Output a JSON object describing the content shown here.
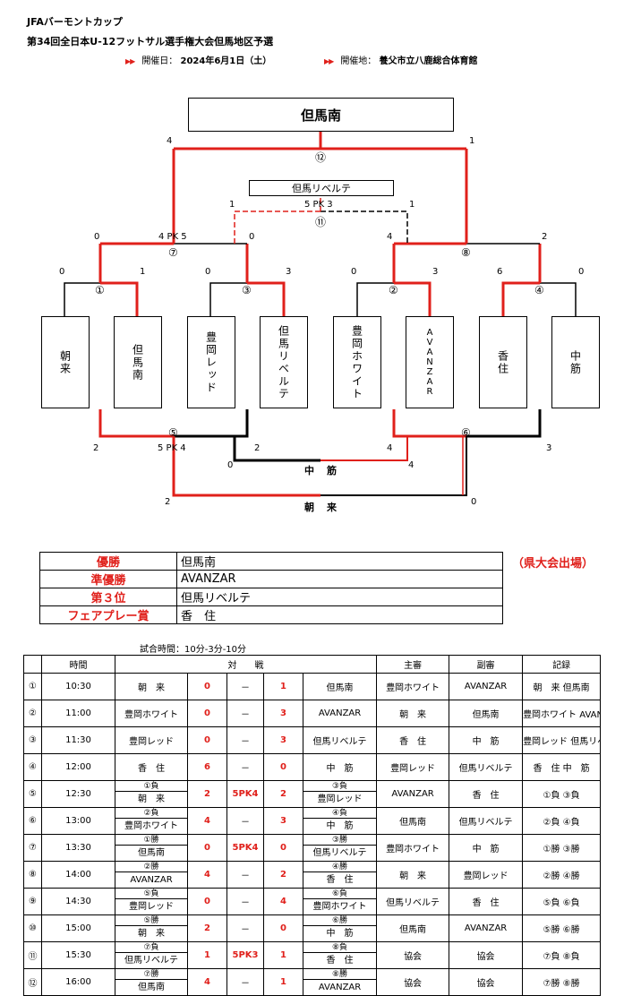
{
  "header": {
    "cup": "JFAバーモントカップ",
    "title": "第34回全日本U-12フットサル選手権大会但馬地区予選",
    "date_label": "開催日：",
    "date_value": "2024年6月1日（土）",
    "venue_label": "開催地：",
    "venue_value": "養父市立八鹿総合体育館",
    "arrow": "▶▶"
  },
  "bracket": {
    "champion": "但馬南",
    "third_title": "但馬リベルテ",
    "teams": [
      "朝来",
      "但馬南",
      "豊岡レッド",
      "但馬リベルテ",
      "豊岡ホワイト",
      "AVANZAR",
      "香住",
      "中筋"
    ],
    "circles": {
      "m1": "①",
      "m2": "②",
      "m3": "③",
      "m4": "④",
      "m5": "⑤",
      "m6": "⑥",
      "m7": "⑦",
      "m8": "⑧",
      "m11": "⑪",
      "m12": "⑫"
    },
    "scores": {
      "m1_l": "0",
      "m1_r": "1",
      "m3_l": "0",
      "m3_r": "3",
      "m2_l": "0",
      "m2_r": "3",
      "m4_l": "6",
      "m4_r": "0",
      "m7_l": "0",
      "m7_pk": "4 PK 5",
      "m7_r": "0",
      "m8_l": "4",
      "m8_r": "2",
      "m12_l": "4",
      "m12_r": "1",
      "m11_l": "1",
      "m11_pk": "5 PK 3",
      "m11_r": "1",
      "m5_l": "2",
      "m5_pk": "5 PK 4",
      "m5_r": "2",
      "m6_l": "4",
      "m6_r": "3",
      "m9_l": "0",
      "m9_r": "4",
      "m10_l": "2",
      "m10_r": "0"
    },
    "place_nakasuji": "中筋",
    "place_asago": "朝来"
  },
  "awards": {
    "rows": [
      {
        "label": "優勝",
        "value": "但馬南"
      },
      {
        "label": "準優勝",
        "value": "AVANZAR"
      },
      {
        "label": "第３位",
        "value": "但馬リベルテ"
      },
      {
        "label": "フェアプレー賞",
        "value": "香　住"
      }
    ],
    "note": "（県大会出場）"
  },
  "match_time": "試合時間：10分-3分-10分",
  "table": {
    "headers": {
      "time": "時間",
      "match": "対　　戦",
      "ref": "主審",
      "assistant": "副審",
      "record": "記録"
    },
    "rows": [
      {
        "no": "①",
        "time": "10:30",
        "h_sub": "",
        "home": "朝　来",
        "hs": "0",
        "mid": "－",
        "as": "1",
        "a_sub": "",
        "away": "但馬南",
        "ref": "豊岡ホワイト",
        "asst": "AVANZAR",
        "rec": "朝　来 但馬南"
      },
      {
        "no": "②",
        "time": "11:00",
        "h_sub": "",
        "home": "豊岡ホワイト",
        "hs": "0",
        "mid": "－",
        "as": "3",
        "a_sub": "",
        "away": "AVANZAR",
        "ref": "朝　来",
        "asst": "但馬南",
        "rec": "豊岡ホワイト AVANZAR"
      },
      {
        "no": "③",
        "time": "11:30",
        "h_sub": "",
        "home": "豊岡レッド",
        "hs": "0",
        "mid": "－",
        "as": "3",
        "a_sub": "",
        "away": "但馬リベルテ",
        "ref": "香　住",
        "asst": "中　筋",
        "rec": "豊岡レッド 但馬リベルテ"
      },
      {
        "no": "④",
        "time": "12:00",
        "h_sub": "",
        "home": "香　住",
        "hs": "6",
        "mid": "－",
        "as": "0",
        "a_sub": "",
        "away": "中　筋",
        "ref": "豊岡レッド",
        "asst": "但馬リベルテ",
        "rec": "香　住 中　筋"
      },
      {
        "no": "⑤",
        "time": "12:30",
        "h_sub": "①負",
        "home": "朝　来",
        "hs": "2",
        "mid": "5PK4",
        "as": "2",
        "a_sub": "③負",
        "away": "豊岡レッド",
        "ref": "AVANZAR",
        "asst": "香　住",
        "rec": "①負 ③負"
      },
      {
        "no": "⑥",
        "time": "13:00",
        "h_sub": "②負",
        "home": "豊岡ホワイト",
        "hs": "4",
        "mid": "－",
        "as": "3",
        "a_sub": "④負",
        "away": "中　筋",
        "ref": "但馬南",
        "asst": "但馬リベルテ",
        "rec": "②負 ④負"
      },
      {
        "no": "⑦",
        "time": "13:30",
        "h_sub": "①勝",
        "home": "但馬南",
        "hs": "0",
        "mid": "5PK4",
        "as": "0",
        "a_sub": "③勝",
        "away": "但馬リベルテ",
        "ref": "豊岡ホワイト",
        "asst": "中　筋",
        "rec": "①勝 ③勝"
      },
      {
        "no": "⑧",
        "time": "14:00",
        "h_sub": "②勝",
        "home": "AVANZAR",
        "hs": "4",
        "mid": "－",
        "as": "2",
        "a_sub": "④勝",
        "away": "香　住",
        "ref": "朝　来",
        "asst": "豊岡レッド",
        "rec": "②勝 ④勝"
      },
      {
        "no": "⑨",
        "time": "14:30",
        "h_sub": "⑤負",
        "home": "豊岡レッド",
        "hs": "0",
        "mid": "－",
        "as": "4",
        "a_sub": "⑥負",
        "away": "豊岡ホワイト",
        "ref": "但馬リベルテ",
        "asst": "香　住",
        "rec": "⑤負 ⑥負"
      },
      {
        "no": "⑩",
        "time": "15:00",
        "h_sub": "⑤勝",
        "home": "朝　来",
        "hs": "2",
        "mid": "－",
        "as": "0",
        "a_sub": "⑥勝",
        "away": "中　筋",
        "ref": "但馬南",
        "asst": "AVANZAR",
        "rec": "⑤勝 ⑥勝"
      },
      {
        "no": "⑪",
        "time": "15:30",
        "h_sub": "⑦負",
        "home": "但馬リベルテ",
        "hs": "1",
        "mid": "5PK3",
        "as": "1",
        "a_sub": "⑧負",
        "away": "香　住",
        "ref": "協会",
        "asst": "協会",
        "rec": "⑦負 ⑧負"
      },
      {
        "no": "⑫",
        "time": "16:00",
        "h_sub": "⑦勝",
        "home": "但馬南",
        "hs": "4",
        "mid": "－",
        "as": "1",
        "a_sub": "⑧勝",
        "away": "AVANZAR",
        "ref": "協会",
        "asst": "協会",
        "rec": "⑦勝 ⑧勝"
      }
    ]
  },
  "colors": {
    "winner_line": "#e0201b",
    "loser_line": "#000000",
    "accent_text": "#e0201b"
  }
}
